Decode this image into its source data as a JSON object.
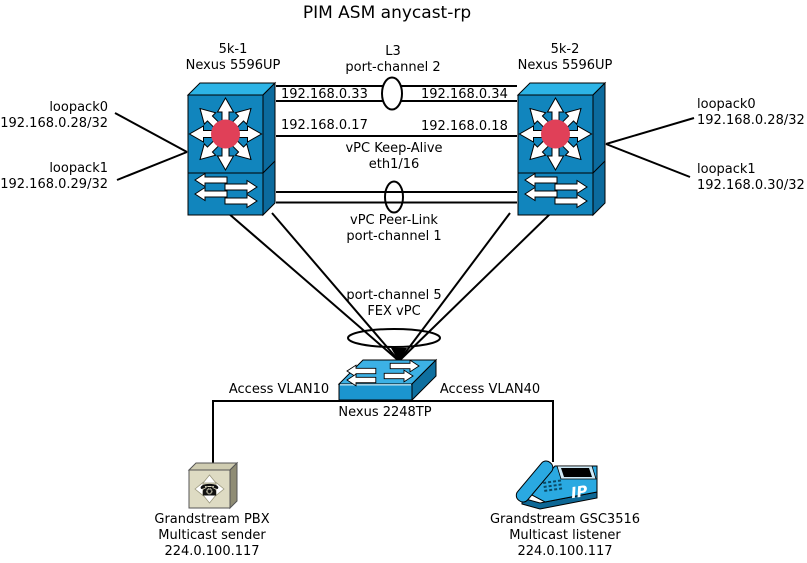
{
  "title": "PIM ASM anycast-rp",
  "colors": {
    "background": "#ffffff",
    "line": "#000000",
    "text": "#000000",
    "switch_front": "#1185bd",
    "switch_top": "#2db4e6",
    "switch_side": "#0c6b9e",
    "switch_hub_dot": "#e04058",
    "fex_front": "#1b95cf",
    "fex_top": "#3cb1e5",
    "fex_side": "#0e6f9f",
    "pbx_front": "#dedbc3",
    "pbx_top": "#cfccb1",
    "pbx_side": "#8f8c74",
    "phone_body": "#2aa9e1",
    "phone_base": "#0d6795"
  },
  "icons": {
    "switch1": "multilayer-switch-icon",
    "switch2": "multilayer-switch-icon",
    "fex": "workgroup-switch-icon",
    "pbx": "pbx-box-phone-icon",
    "listener": "ip-phone-icon",
    "pbx_phone_glyph": "☎",
    "phone_badge": "IP"
  },
  "nodes": {
    "switch1": {
      "name": "5k-1",
      "model": "Nexus 5596UP"
    },
    "switch2": {
      "name": "5k-2",
      "model": "Nexus 5596UP"
    },
    "fex": {
      "model": "Nexus 2248TP"
    },
    "pbx": {
      "name": "Grandstream PBX",
      "role": "Multicast sender",
      "multicast_group": "224.0.100.117"
    },
    "listener": {
      "name": "Grandstream GSC3516",
      "role": "Multicast listener",
      "multicast_group": "224.0.100.117"
    }
  },
  "interfaces": {
    "switch1_loopback0": {
      "name": "loopack0",
      "ip": "192.168.0.28/32"
    },
    "switch1_loopback1": {
      "name": "loopack1",
      "ip": "192.168.0.29/32"
    },
    "switch2_loopback0": {
      "name": "loopack0",
      "ip": "192.168.0.28/32"
    },
    "switch2_loopback1": {
      "name": "loopack1",
      "ip": "192.168.0.30/32"
    }
  },
  "links": {
    "l3_portchannel2": {
      "type_label": "L3",
      "name": "port-channel 2",
      "left_ip": "192.168.0.33",
      "right_ip": "192.168.0.34"
    },
    "keepalive": {
      "name": "vPC Keep-Alive",
      "interface": "eth1/16",
      "left_ip": "192.168.0.17",
      "right_ip": "192.168.0.18"
    },
    "peerlink": {
      "name": "vPC Peer-Link",
      "portchannel": "port-channel 1"
    },
    "fex_vpc": {
      "portchannel": "port-channel 5",
      "name": "FEX vPC"
    },
    "access_left": {
      "name": "Access VLAN10"
    },
    "access_right": {
      "name": "Access VLAN40"
    }
  }
}
